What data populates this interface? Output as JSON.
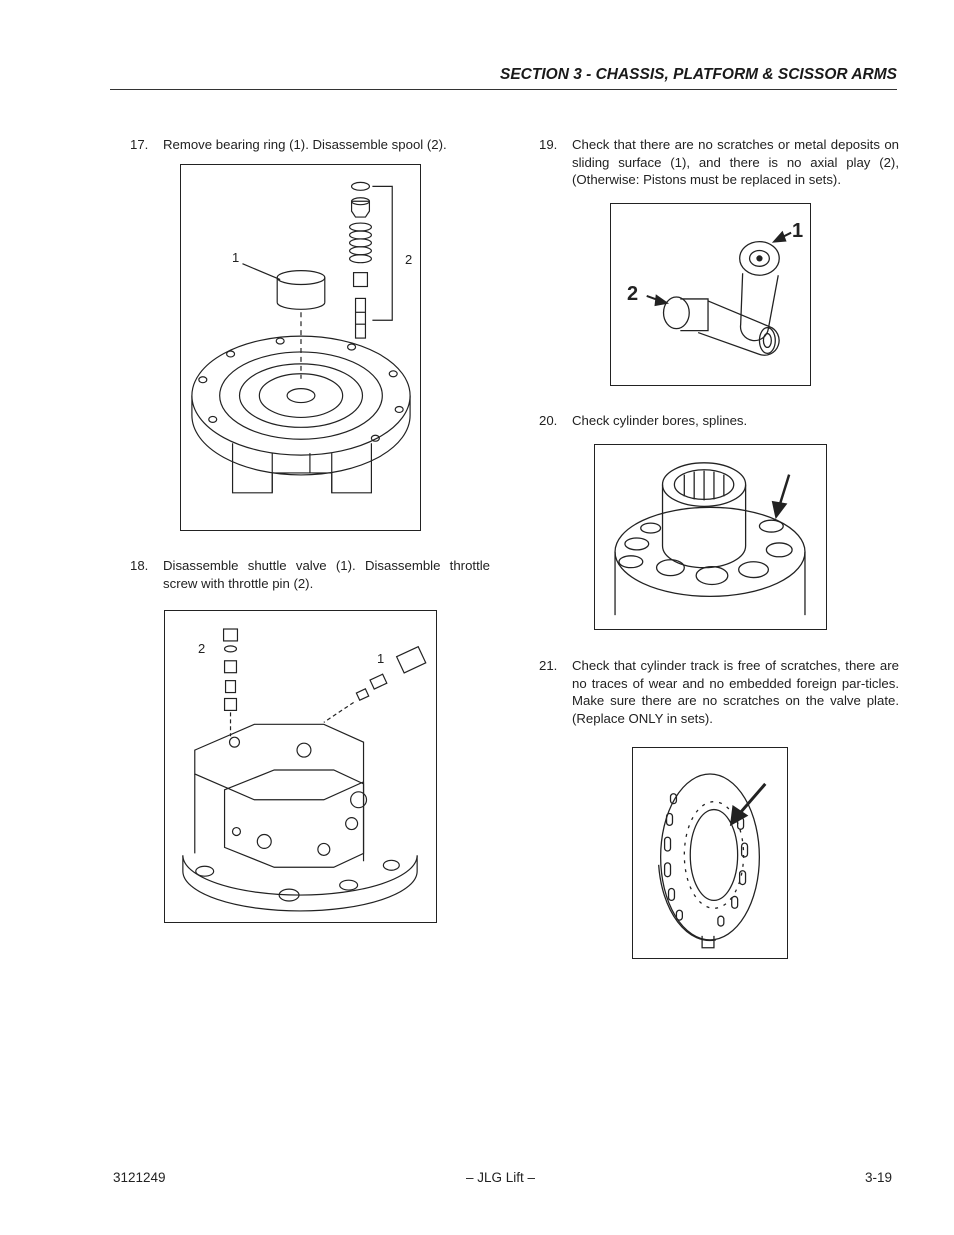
{
  "header": {
    "section_title": "SECTION 3 - CHASSIS, PLATFORM & SCISSOR ARMS"
  },
  "steps": [
    {
      "number": "17.",
      "text": "Remove bearing ring (1). Disassemble spool (2)."
    },
    {
      "number": "18.",
      "text": "Disassemble shuttle valve (1). Disassemble throttle screw with throttle pin (2)."
    },
    {
      "number": "19.",
      "text": "Check that there are no scratches or metal deposits on sliding surface (1), and there is no axial play (2), (Otherwise: Pistons must be replaced in sets)."
    },
    {
      "number": "20.",
      "text": "Check cylinder bores, splines."
    },
    {
      "number": "21.",
      "text": "Check that cylinder track is free of scratches, there are no traces of wear and no embedded foreign par-ticles. Make sure there are no scratches on the valve plate. (Replace ONLY in sets)."
    }
  ],
  "figures": {
    "fig17": {
      "callouts": [
        "1",
        "2"
      ]
    },
    "fig18": {
      "callouts": [
        "2",
        "1"
      ]
    },
    "fig19": {
      "callouts": [
        "1",
        "2"
      ]
    }
  },
  "footer": {
    "doc_number": "3121249",
    "center": "– JLG Lift –",
    "page": "3-19"
  }
}
